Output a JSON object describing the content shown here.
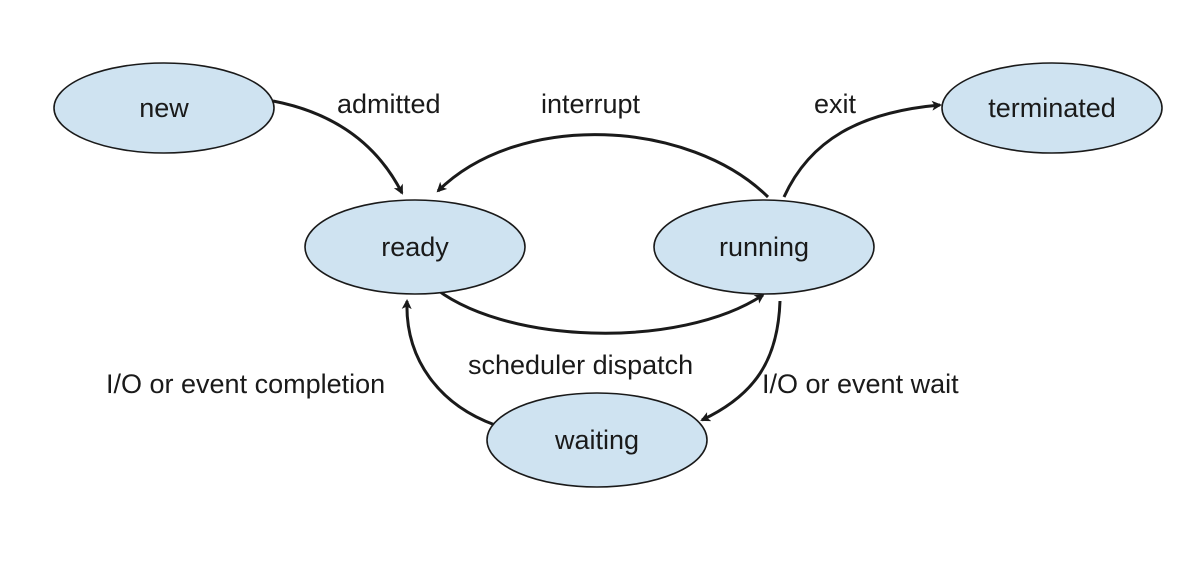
{
  "diagram": {
    "style": {
      "state_fill": "#cfe3f1",
      "stroke_color": "#1a1a1a",
      "background": "#ffffff"
    },
    "states": {
      "new": "new",
      "terminated": "terminated",
      "ready": "ready",
      "running": "running",
      "waiting": "waiting"
    },
    "transitions": {
      "admitted": "admitted",
      "interrupt": "interrupt",
      "exit": "exit",
      "scheduler_dispatch": "scheduler dispatch",
      "io_event_completion": "I/O or event completion",
      "io_event_wait": "I/O or event wait"
    }
  }
}
